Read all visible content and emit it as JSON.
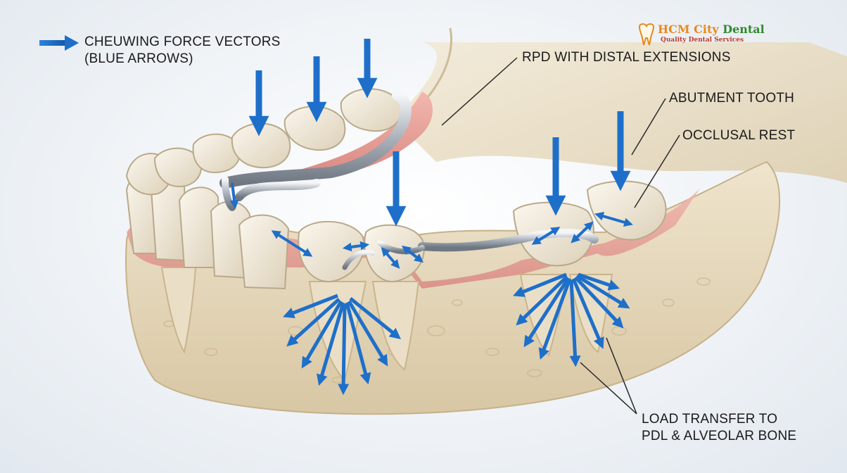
{
  "legend": {
    "line1": "CHEUWING FORCE VECTORS",
    "line2": "(BLUE ARROWS)",
    "arrow_color": "#1e6fc9"
  },
  "labels": {
    "rpd": "RPD WITH DISTAL EXTENSIONS",
    "abutment": "ABUTMENT TOOTH",
    "occlusal_rest": "OCCLUSAL REST",
    "load_line1": "LOAD TRANSFER TO",
    "load_line2": "PDL & ALVEOLAR BONE"
  },
  "logo": {
    "name_part1": "HCM City ",
    "name_part2": "Dental",
    "tagline": "Quality Dental Services"
  },
  "colors": {
    "arrow": "#1e6fc9",
    "gum": "#e8a09a",
    "bone": "#e9dcc2",
    "tooth": "#f3ecdd",
    "metal": "#b8bec6"
  }
}
